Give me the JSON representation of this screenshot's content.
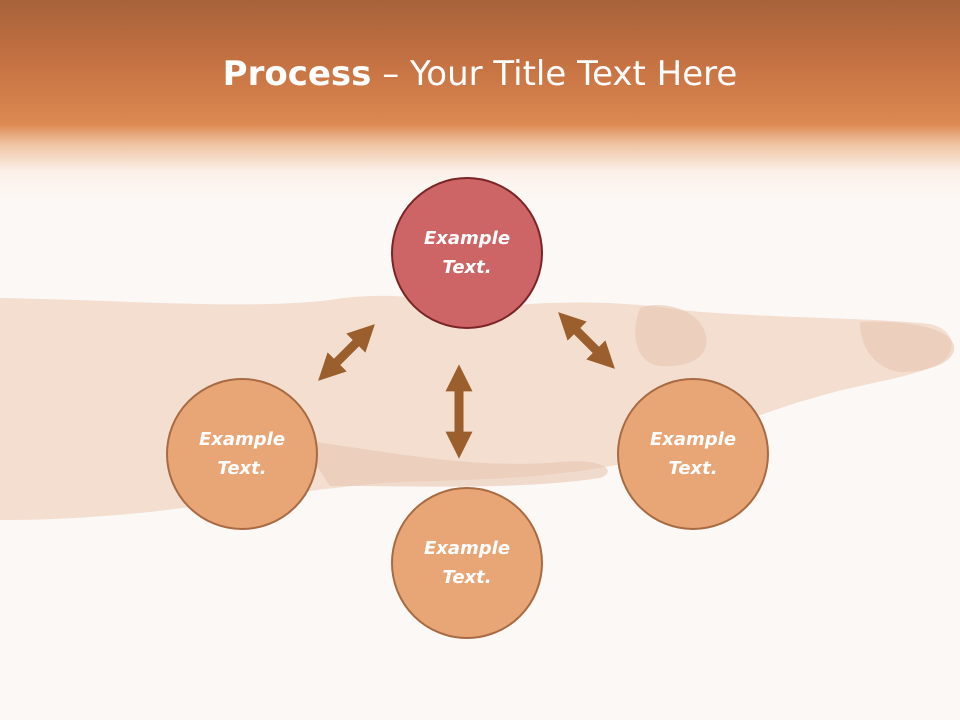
{
  "title": {
    "strong": "Process",
    "separator": " – ",
    "rest": "Your Title Text Here"
  },
  "nodes": {
    "center": {
      "label": "Example Text."
    },
    "left": {
      "label": "Example Text."
    },
    "bottom": {
      "label": "Example Text."
    },
    "right": {
      "label": "Example Text."
    }
  },
  "colors": {
    "header": "#d07a48",
    "center_fill": "#cd6566",
    "outer_fill": "#e8a677",
    "arrow": "#9a5f2c"
  }
}
